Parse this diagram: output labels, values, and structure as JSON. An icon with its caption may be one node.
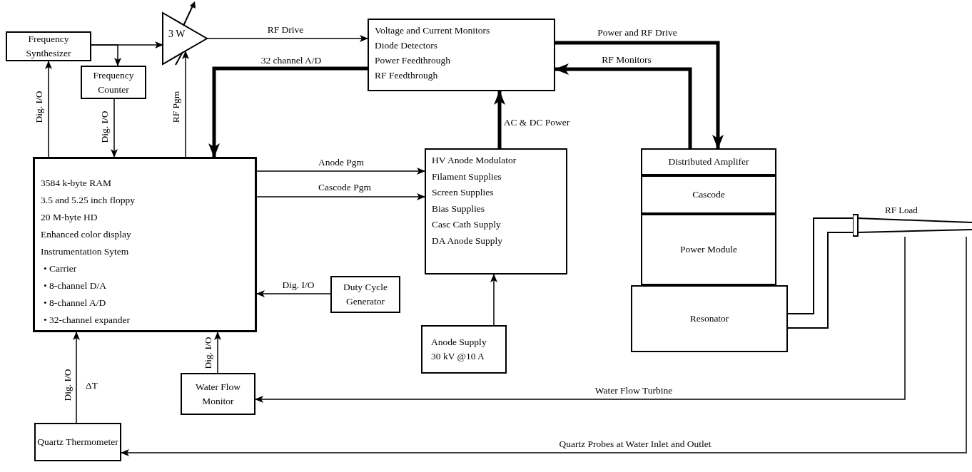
{
  "diagram": {
    "nodes": [
      {
        "text": [
          "Frequency Synthesizer"
        ]
      },
      {
        "text": [
          "Frequency Counter"
        ]
      },
      {
        "text": [
          "3 W"
        ]
      },
      {
        "text": [
          "Voltage and Current Monitors",
          "Diode Detectors",
          "Power Feedthrough",
          "RF Feedthrough"
        ]
      },
      {
        "text": [
          "3584 k-byte RAM",
          "3.5 and 5.25 inch floppy",
          "20 M-byte HD",
          "Enhanced color display",
          "Instrumentation Sytem",
          "• Carrier",
          "• 8-channel D/A",
          "• 8-channel A/D",
          "• 32-channel expander"
        ]
      },
      {
        "text": [
          "Duty Cycle Generator"
        ]
      },
      {
        "text": [
          "HV Anode Modulator",
          "Filament Supplies",
          "Screen Supplies",
          "Bias Supplies",
          "Casc Cath Supply",
          "DA Anode Supply"
        ]
      },
      {
        "text": [
          "Anode Supply",
          "30 kV @10 A"
        ]
      },
      {
        "text": [
          "Distributed Amplifer"
        ]
      },
      {
        "text": [
          "Cascode"
        ]
      },
      {
        "text": [
          "Power Module"
        ]
      },
      {
        "text": [
          "Resonator"
        ]
      },
      {
        "text": [
          "Water Flow Monitor"
        ]
      },
      {
        "text": [
          "Quartz Thermometer"
        ]
      },
      {
        "text": [
          "RF Load"
        ]
      }
    ],
    "edges": [
      {
        "from": 0,
        "to": 2,
        "arrow": "to"
      },
      {
        "from": 0,
        "to": 1,
        "arrow": "to"
      },
      {
        "from": 4,
        "to": 0,
        "arrow": "to",
        "label": "Dig. I/O"
      },
      {
        "from": 1,
        "to": 4,
        "arrow": "to",
        "label": "Dig. I/O"
      },
      {
        "from": 4,
        "to": 2,
        "arrow": "to",
        "label": "RF Pgm"
      },
      {
        "from": 2,
        "to": 3,
        "arrow": "to",
        "label": "RF Drive"
      },
      {
        "from": 3,
        "to": 4,
        "arrow": "to",
        "label": "32 channel A/D",
        "style": "thick"
      },
      {
        "from": 4,
        "to": 6,
        "arrow": "to",
        "label": "Anode Pgm"
      },
      {
        "from": 4,
        "to": 6,
        "arrow": "to",
        "label": "Cascode Pgm"
      },
      {
        "from": 5,
        "to": 4,
        "arrow": "to",
        "label": "Dig. I/O"
      },
      {
        "from": 6,
        "to": 3,
        "arrow": "to",
        "label": "AC & DC Power",
        "style": "thick"
      },
      {
        "from": 7,
        "to": 6,
        "arrow": "to"
      },
      {
        "from": 3,
        "to": 8,
        "arrow": "to",
        "label": "Power and RF Drive",
        "style": "thick"
      },
      {
        "from": 8,
        "to": 3,
        "arrow": "to",
        "label": "RF Monitors",
        "style": "thick"
      },
      {
        "from": 12,
        "to": 4,
        "arrow": "to",
        "label": "Dig. I/O"
      },
      {
        "from": 13,
        "to": 4,
        "arrow": "to",
        "label": "Dig. I/O"
      },
      {
        "from": 11,
        "to": 14,
        "arrow": "none",
        "style": "thick"
      },
      {
        "from": 14,
        "to": 12,
        "arrow": "to",
        "label": "Water Flow Turbine"
      },
      {
        "from": 14,
        "to": 13,
        "arrow": "to",
        "label": "Quartz Probes at Water Inlet and Outlet"
      }
    ],
    "labels": [
      "ΔT"
    ]
  }
}
